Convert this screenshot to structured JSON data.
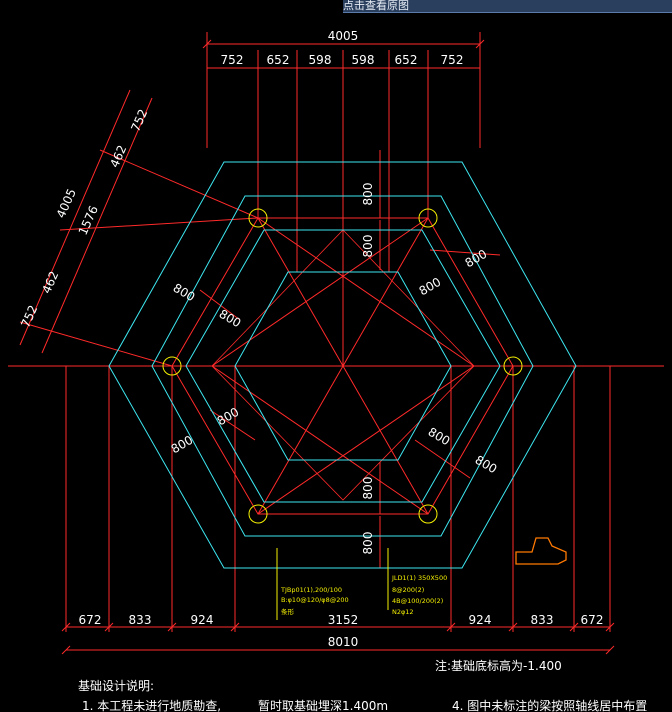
{
  "top_banner": "点击查看原图",
  "dims_top": {
    "overall": "4005",
    "segments": [
      "752",
      "652",
      "598",
      "598",
      "652",
      "752"
    ]
  },
  "dims_left": {
    "overall": "4005",
    "segments": [
      "752",
      "462",
      "1576",
      "462",
      "752"
    ]
  },
  "dims_bottom": {
    "overall": "8010",
    "segments": [
      "672",
      "833",
      "924",
      "3152",
      "924",
      "833",
      "672"
    ]
  },
  "labels_800": [
    "800",
    "800",
    "800",
    "800",
    "800",
    "800",
    "800",
    "800",
    "800",
    "800",
    "800",
    "800"
  ],
  "beam_notes": {
    "left": [
      "TJBp01(1),200/100",
      "B:φ10@120/φ8@200",
      "条形"
    ],
    "right": [
      "JLD1(1) 350X500",
      "8@200(2)",
      "4B@100/200(2)",
      "N2φ12"
    ]
  },
  "base_elevation_note": "注:基础底标高为-1.400",
  "design_notes": {
    "heading": "基础设计说明:",
    "line1_left": "1. 本工程未进行地质勘查,",
    "line1_mid": "暂时取基础埋深1.400m",
    "line1_right": "4. 图中未标注的梁按照轴线居中布置"
  },
  "colors": {
    "red": "#ff2a2a",
    "cyan": "#3de6f0",
    "yellow": "#f4f000",
    "white": "#ffffff",
    "orange_mark": "#ff7a00"
  }
}
